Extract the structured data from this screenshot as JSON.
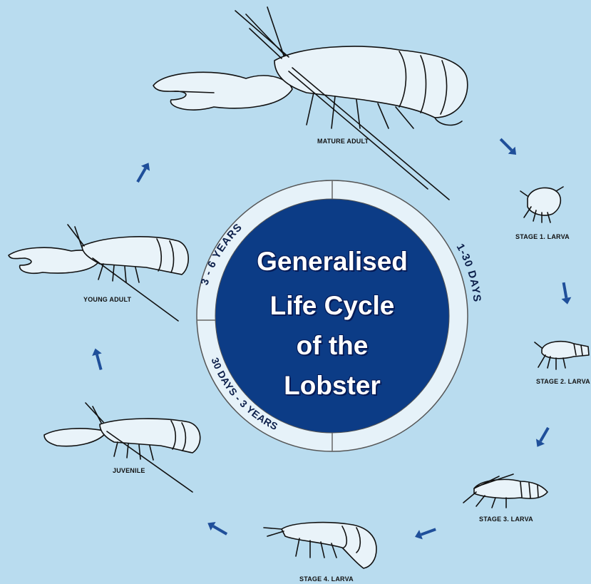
{
  "title_lines": [
    "Generalised",
    "Life Cycle",
    "of the",
    "Lobster"
  ],
  "ring_labels": {
    "top_left": "3 - 6 YEARS",
    "right": "1-30 DAYS",
    "bottom_left": "30 DAYS - 3 YEARS"
  },
  "stages": [
    {
      "id": "mature-adult",
      "label": "MATURE ADULT"
    },
    {
      "id": "stage-1-larva",
      "label": "STAGE 1. LARVA"
    },
    {
      "id": "stage-2-larva",
      "label": "STAGE 2. LARVA"
    },
    {
      "id": "stage-3-larva",
      "label": "STAGE 3. LARVA"
    },
    {
      "id": "stage-4-larva",
      "label": "STAGE 4. LARVA"
    },
    {
      "id": "juvenile",
      "label": "JUVENILE"
    },
    {
      "id": "young-adult",
      "label": "YOUNG ADULT"
    }
  ],
  "colors": {
    "background": "#b9dcef",
    "disc": "#0c3c86",
    "ring": "#e6f2f9",
    "arrow": "#1f4f9a",
    "ink": "#111111"
  }
}
